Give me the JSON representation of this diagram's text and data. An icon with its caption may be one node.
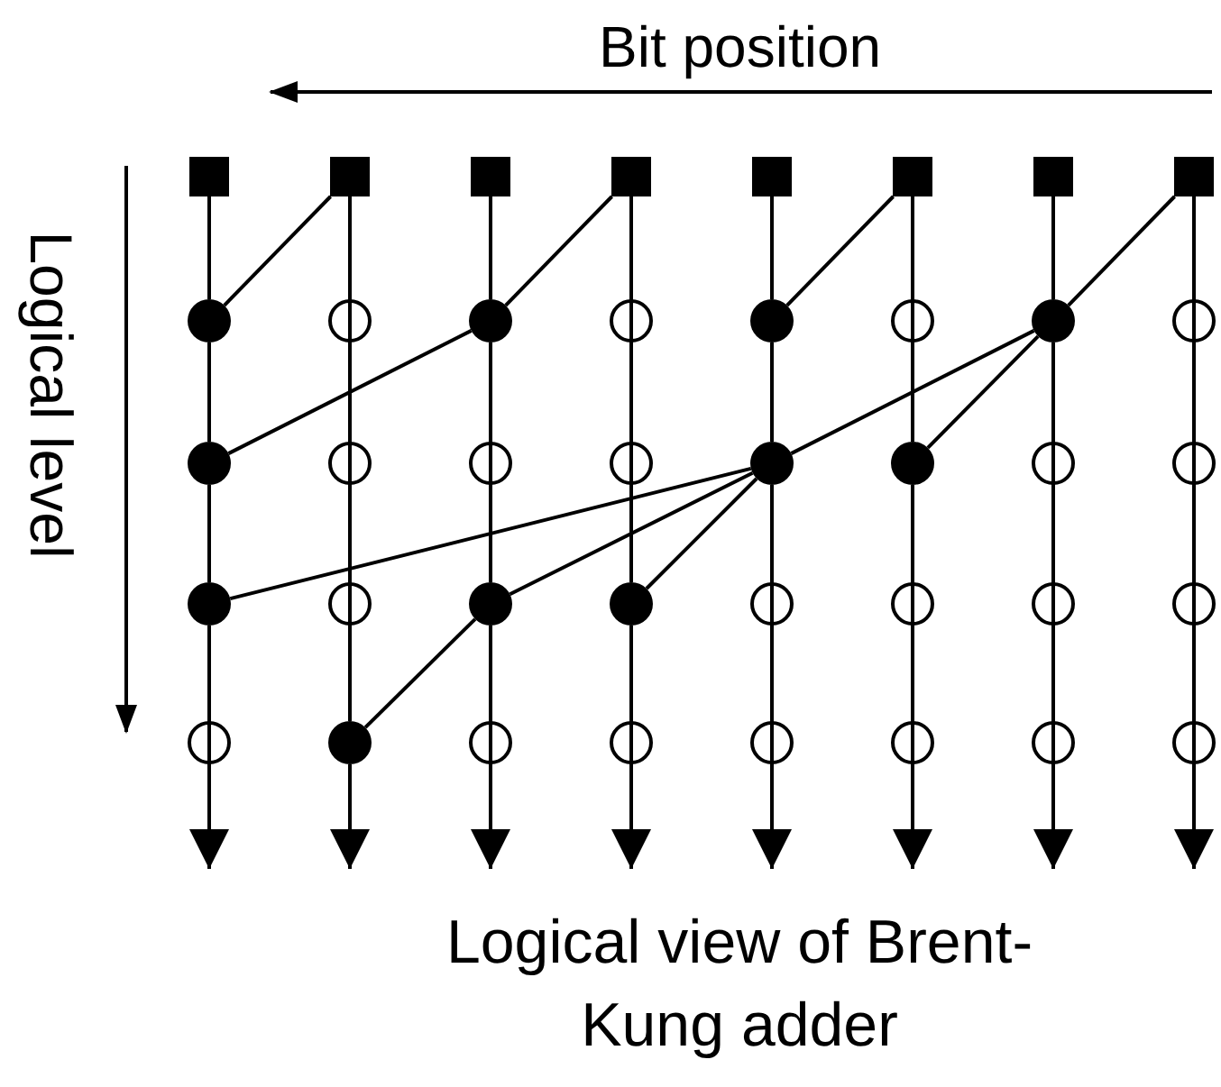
{
  "diagram": {
    "caption": "Logical view of Brent-Kung adder",
    "nodes": [
      {
        "text": [],
        "shape": "box"
      },
      {
        "text": [],
        "shape": "box"
      },
      {
        "text": [],
        "shape": "box"
      },
      {
        "text": [],
        "shape": "box"
      },
      {
        "text": [],
        "shape": "box"
      },
      {
        "text": [],
        "shape": "box"
      },
      {
        "text": [],
        "shape": "box"
      },
      {
        "text": [],
        "shape": "box"
      },
      {
        "text": [],
        "shape": "dot"
      },
      {
        "text": [],
        "shape": "circle"
      },
      {
        "text": [],
        "shape": "dot"
      },
      {
        "text": [],
        "shape": "circle"
      },
      {
        "text": [],
        "shape": "dot"
      },
      {
        "text": [],
        "shape": "circle"
      },
      {
        "text": [],
        "shape": "dot"
      },
      {
        "text": [],
        "shape": "circle"
      },
      {
        "text": [],
        "shape": "dot"
      },
      {
        "text": [],
        "shape": "circle"
      },
      {
        "text": [],
        "shape": "circle"
      },
      {
        "text": [],
        "shape": "circle"
      },
      {
        "text": [],
        "shape": "dot"
      },
      {
        "text": [],
        "shape": "dot"
      },
      {
        "text": [],
        "shape": "circle"
      },
      {
        "text": [],
        "shape": "circle"
      },
      {
        "text": [],
        "shape": "dot"
      },
      {
        "text": [],
        "shape": "circle"
      },
      {
        "text": [],
        "shape": "dot"
      },
      {
        "text": [],
        "shape": "dot"
      },
      {
        "text": [],
        "shape": "circle"
      },
      {
        "text": [],
        "shape": "circle"
      },
      {
        "text": [],
        "shape": "circle"
      },
      {
        "text": [],
        "shape": "circle"
      },
      {
        "text": [],
        "shape": "circle"
      },
      {
        "text": [],
        "shape": "dot"
      },
      {
        "text": [],
        "shape": "circle"
      },
      {
        "text": [],
        "shape": "circle"
      },
      {
        "text": [],
        "shape": "circle"
      },
      {
        "text": [],
        "shape": "circle"
      },
      {
        "text": [],
        "shape": "circle"
      },
      {
        "text": [],
        "shape": "circle"
      }
    ],
    "edges": [
      {
        "from": 0,
        "to": 8,
        "arrow": "none"
      },
      {
        "from": 1,
        "to": 9,
        "arrow": "none"
      },
      {
        "from": 2,
        "to": 10,
        "arrow": "none"
      },
      {
        "from": 3,
        "to": 11,
        "arrow": "none"
      },
      {
        "from": 4,
        "to": 12,
        "arrow": "none"
      },
      {
        "from": 5,
        "to": 13,
        "arrow": "none"
      },
      {
        "from": 6,
        "to": 14,
        "arrow": "none"
      },
      {
        "from": 7,
        "to": 15,
        "arrow": "none"
      },
      {
        "from": 8,
        "to": 16,
        "arrow": "none"
      },
      {
        "from": 9,
        "to": 17,
        "arrow": "none"
      },
      {
        "from": 10,
        "to": 18,
        "arrow": "none"
      },
      {
        "from": 11,
        "to": 19,
        "arrow": "none"
      },
      {
        "from": 12,
        "to": 20,
        "arrow": "none"
      },
      {
        "from": 13,
        "to": 21,
        "arrow": "none"
      },
      {
        "from": 14,
        "to": 22,
        "arrow": "none"
      },
      {
        "from": 15,
        "to": 23,
        "arrow": "none"
      },
      {
        "from": 16,
        "to": 24,
        "arrow": "none"
      },
      {
        "from": 17,
        "to": 25,
        "arrow": "none"
      },
      {
        "from": 18,
        "to": 26,
        "arrow": "none"
      },
      {
        "from": 19,
        "to": 27,
        "arrow": "none"
      },
      {
        "from": 20,
        "to": 28,
        "arrow": "none"
      },
      {
        "from": 21,
        "to": 29,
        "arrow": "none"
      },
      {
        "from": 22,
        "to": 30,
        "arrow": "none"
      },
      {
        "from": 23,
        "to": 31,
        "arrow": "none"
      },
      {
        "from": 24,
        "to": 32,
        "arrow": "none"
      },
      {
        "from": 25,
        "to": 33,
        "arrow": "none"
      },
      {
        "from": 26,
        "to": 34,
        "arrow": "none"
      },
      {
        "from": 27,
        "to": 35,
        "arrow": "none"
      },
      {
        "from": 28,
        "to": 36,
        "arrow": "none"
      },
      {
        "from": 29,
        "to": 37,
        "arrow": "none"
      },
      {
        "from": 30,
        "to": 38,
        "arrow": "none"
      },
      {
        "from": 31,
        "to": 39,
        "arrow": "none"
      },
      {
        "from": 32,
        "to": null,
        "arrow": "to"
      },
      {
        "from": 33,
        "to": null,
        "arrow": "to"
      },
      {
        "from": 34,
        "to": null,
        "arrow": "to"
      },
      {
        "from": 35,
        "to": null,
        "arrow": "to"
      },
      {
        "from": 36,
        "to": null,
        "arrow": "to"
      },
      {
        "from": 37,
        "to": null,
        "arrow": "to"
      },
      {
        "from": 38,
        "to": null,
        "arrow": "to"
      },
      {
        "from": 39,
        "to": null,
        "arrow": "to"
      },
      {
        "from": 1,
        "to": 8,
        "arrow": "none"
      },
      {
        "from": 3,
        "to": 10,
        "arrow": "none"
      },
      {
        "from": 5,
        "to": 12,
        "arrow": "none"
      },
      {
        "from": 7,
        "to": 14,
        "arrow": "none"
      },
      {
        "from": 10,
        "to": 16,
        "arrow": "none"
      },
      {
        "from": 14,
        "to": 20,
        "arrow": "none"
      },
      {
        "from": 14,
        "to": 21,
        "arrow": "none"
      },
      {
        "from": 20,
        "to": 24,
        "arrow": "none"
      },
      {
        "from": 20,
        "to": 26,
        "arrow": "none"
      },
      {
        "from": 20,
        "to": 27,
        "arrow": "none"
      },
      {
        "from": 26,
        "to": 33,
        "arrow": "none"
      }
    ],
    "labels": [
      "Bit position",
      "Logical level"
    ]
  }
}
